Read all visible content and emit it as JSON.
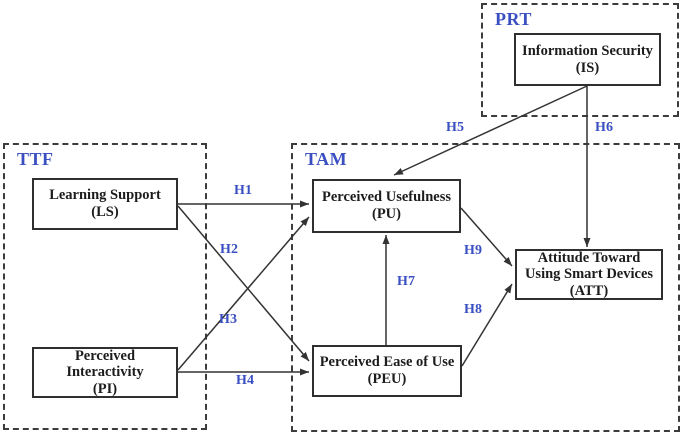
{
  "diagram": {
    "colors": {
      "accent": "#3a4fc1",
      "line": "#333333",
      "bg": "#ffffff"
    },
    "frames": {
      "ttf": {
        "label": "TTF"
      },
      "tam": {
        "label": "TAM"
      },
      "prt": {
        "label": "PRT"
      }
    },
    "nodes": {
      "is": {
        "label": "Information Security\n(IS)"
      },
      "ls": {
        "label": "Learning Support\n(LS)"
      },
      "pi": {
        "label": "Perceived\nInteractivity\n(PI)"
      },
      "pu": {
        "label": "Perceived Usefulness\n(PU)"
      },
      "peu": {
        "label": "Perceived Ease of Use\n(PEU)"
      },
      "att": {
        "label": "Attitude Toward\nUsing Smart Devices\n(ATT)"
      }
    },
    "hypotheses": {
      "h1": "H1",
      "h2": "H2",
      "h3": "H3",
      "h4": "H4",
      "h5": "H5",
      "h6": "H6",
      "h7": "H7",
      "h8": "H8",
      "h9": "H9"
    },
    "edges": [
      {
        "id": "H1",
        "from": "LS",
        "to": "PU"
      },
      {
        "id": "H2",
        "from": "LS",
        "to": "PEU"
      },
      {
        "id": "H3",
        "from": "PI",
        "to": "PU"
      },
      {
        "id": "H4",
        "from": "PI",
        "to": "PEU"
      },
      {
        "id": "H5",
        "from": "IS",
        "to": "PU"
      },
      {
        "id": "H6",
        "from": "IS",
        "to": "ATT"
      },
      {
        "id": "H7",
        "from": "PEU",
        "to": "PU"
      },
      {
        "id": "H8",
        "from": "PEU",
        "to": "ATT"
      },
      {
        "id": "H9",
        "from": "PU",
        "to": "ATT"
      }
    ]
  }
}
